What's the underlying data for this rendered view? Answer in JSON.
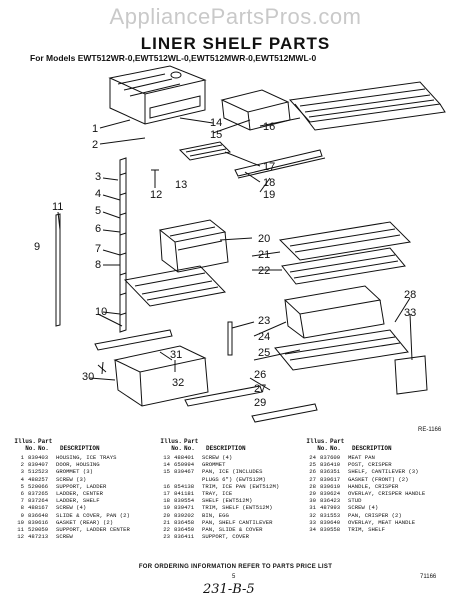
{
  "watermark": "AppliancePartsPros.com",
  "title": "LINER SHELF PARTS",
  "models": "For Models EWT512WR-0,EWT512WL-0,EWT512MWR-0,EWT512MWL-0",
  "figure_code": "RE-1166",
  "callouts": [
    "1",
    "2",
    "3",
    "4",
    "5",
    "6",
    "7",
    "8",
    "9",
    "10",
    "11",
    "12",
    "13",
    "14",
    "15",
    "16",
    "17",
    "18",
    "19",
    "20",
    "21",
    "22",
    "23",
    "24",
    "25",
    "26",
    "27",
    "28",
    "29",
    "30",
    "31",
    "32",
    "33"
  ],
  "table_headers": {
    "illus": "Illus. No.",
    "part": "Part No.",
    "desc": "DESCRIPTION"
  },
  "parts": [
    {
      "no": "1",
      "part": "839403",
      "desc": "HOUSING, ICE TRAYS"
    },
    {
      "no": "2",
      "part": "839407",
      "desc": "DOOR, HOUSING"
    },
    {
      "no": "3",
      "part": "512523",
      "desc": "GROMMET (3)"
    },
    {
      "no": "4",
      "part": "488257",
      "desc": "SCREW (3)"
    },
    {
      "no": "5",
      "part": "520066",
      "desc": "SUPPORT, LADDER"
    },
    {
      "no": "6",
      "part": "837265",
      "desc": "LADDER, CENTER"
    },
    {
      "no": "7",
      "part": "837264",
      "desc": "LADDER, SHELF"
    },
    {
      "no": "8",
      "part": "488167",
      "desc": "SCREW (4)"
    },
    {
      "no": "9",
      "part": "836648",
      "desc": "SLIDE & COVER, PAN (2)"
    },
    {
      "no": "10",
      "part": "839616",
      "desc": "GASKET (REAR) (2)"
    },
    {
      "no": "11",
      "part": "520059",
      "desc": "SUPPORT, LADDER CENTER"
    },
    {
      "no": "12",
      "part": "487213",
      "desc": "SCREW"
    },
    {
      "no": "13",
      "part": "488401",
      "desc": "SCREW (4)"
    },
    {
      "no": "14",
      "part": "650994",
      "desc": "GROMMET"
    },
    {
      "no": "15",
      "part": "839467",
      "desc": "PAN, ICE (INCLUDES"
    },
    {
      "no": "",
      "part": "",
      "desc": "PLUGS 6\") (EWT512M)"
    },
    {
      "no": "16",
      "part": "854138",
      "desc": "TRIM, ICE PAN (EWT512M)"
    },
    {
      "no": "17",
      "part": "841181",
      "desc": "TRAY, ICE"
    },
    {
      "no": "18",
      "part": "839554",
      "desc": "SHELF (EWT512M)"
    },
    {
      "no": "19",
      "part": "839471",
      "desc": "TRIM, SHELF (EWT512M)"
    },
    {
      "no": "20",
      "part": "839202",
      "desc": "BIN, EGG"
    },
    {
      "no": "21",
      "part": "836458",
      "desc": "PAN, SHELF CANTILEVER"
    },
    {
      "no": "22",
      "part": "836450",
      "desc": "PAN, SLIDE & COVER"
    },
    {
      "no": "23",
      "part": "836411",
      "desc": "SUPPORT, COVER"
    },
    {
      "no": "24",
      "part": "837609",
      "desc": "MEAT PAN"
    },
    {
      "no": "25",
      "part": "836410",
      "desc": "POST, CRISPER"
    },
    {
      "no": "26",
      "part": "836351",
      "desc": "SHELF, CANTILEVER (3)"
    },
    {
      "no": "27",
      "part": "839617",
      "desc": "GASKET (FRONT) (2)"
    },
    {
      "no": "28",
      "part": "839619",
      "desc": "HANDLE, CRISPER"
    },
    {
      "no": "29",
      "part": "839624",
      "desc": "OVERLAY, CRISPER HANDLE"
    },
    {
      "no": "30",
      "part": "836423",
      "desc": "STUD"
    },
    {
      "no": "31",
      "part": "487993",
      "desc": "SCREW (4)"
    },
    {
      "no": "32",
      "part": "831553",
      "desc": "PAN, CRISPER (2)"
    },
    {
      "no": "33",
      "part": "839640",
      "desc": "OVERLAY, MEAT HANDLE"
    },
    {
      "no": "34",
      "part": "839558",
      "desc": "TRIM, SHELF"
    }
  ],
  "footer": "FOR ORDERING INFORMATION REFER TO PARTS PRICE LIST",
  "page_number": "5",
  "code_right": "71166",
  "handwritten": "231-B-5"
}
